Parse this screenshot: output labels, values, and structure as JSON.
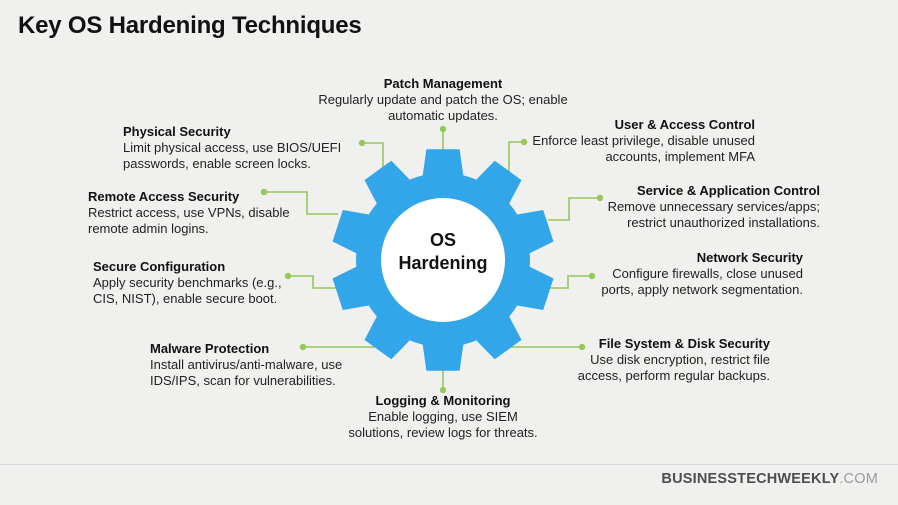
{
  "title": "Key OS Hardening Techniques",
  "center": {
    "label": "OS\nHardening"
  },
  "techniques": [
    {
      "id": "patch-management",
      "title": "Patch Management",
      "desc": "Regularly update and patch the OS; enable\nautomatic updates."
    },
    {
      "id": "user-access-control",
      "title": "User & Access Control",
      "desc": "Enforce least privilege, disable unused\naccounts, implement MFA"
    },
    {
      "id": "service-application-control",
      "title": "Service & Application Control",
      "desc": "Remove unnecessary services/apps;\nrestrict unauthorized installations."
    },
    {
      "id": "network-security",
      "title": "Network Security",
      "desc": "Configure firewalls, close unused\nports, apply network segmentation."
    },
    {
      "id": "file-system-disk-security",
      "title": "File System & Disk Security",
      "desc": "Use disk encryption, restrict file\naccess, perform regular backups."
    },
    {
      "id": "logging-monitoring",
      "title": "Logging & Monitoring",
      "desc": "Enable logging, use SIEM\nsolutions, review logs for threats."
    },
    {
      "id": "malware-protection",
      "title": "Malware Protection",
      "desc": "Install antivirus/anti-malware, use\nIDS/IPS, scan for vulnerabilities."
    },
    {
      "id": "secure-configuration",
      "title": "Secure Configuration",
      "desc": "Apply security benchmarks (e.g.,\nCIS, NIST), enable secure boot."
    },
    {
      "id": "remote-access-security",
      "title": "Remote Access Security",
      "desc": "Restrict access, use VPNs, disable\nremote admin logins."
    },
    {
      "id": "physical-security",
      "title": "Physical Security",
      "desc": "Limit physical access, use BIOS/UEFI\npasswords, enable screen locks."
    }
  ],
  "footer": {
    "brand": "BUSINESSTECHWEEKLY",
    "domain": ".COM"
  },
  "colors": {
    "gear": "#32a6e8",
    "gear_center": "#ffffff",
    "connector": "#96c85a",
    "background": "#f0f0ee",
    "title_text": "#111111",
    "body_text": "#222222",
    "footer_brand": "#4d4d4d",
    "footer_domain": "#9b9b9b",
    "divider": "#d9d9d9"
  }
}
